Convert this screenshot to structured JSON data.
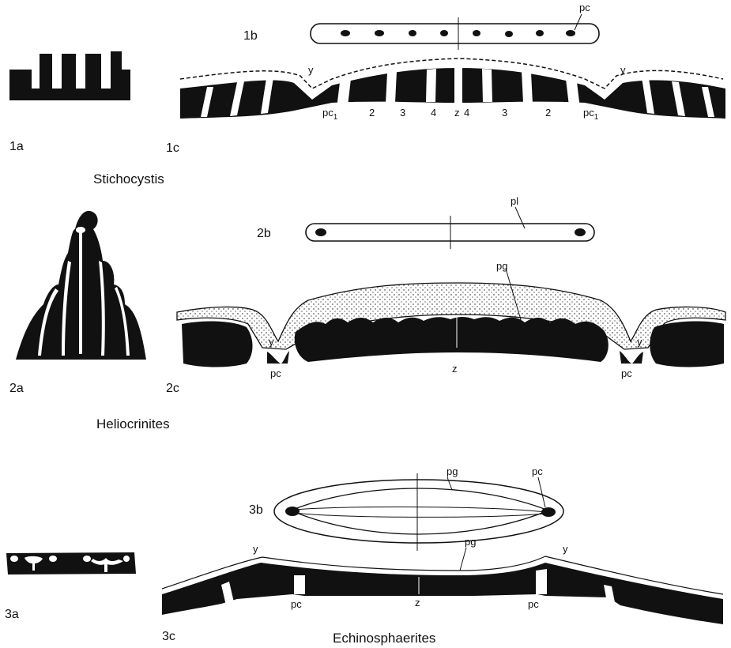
{
  "sections": [
    {
      "taxon": "Stichocystis",
      "panels": [
        "1a",
        "1b",
        "1c"
      ],
      "labels": {
        "pc_b": "pc",
        "y_left": "y",
        "y_right": "y",
        "pc1_left": "pc",
        "pc1_right": "pc",
        "sub1": "1",
        "n2_left": "2",
        "n3_left": "3",
        "n4_left": "4",
        "z": "z",
        "n4_right": "4",
        "n3_right": "3",
        "n2_right": "2"
      }
    },
    {
      "taxon": "Heliocrinites",
      "panels": [
        "2a",
        "2b",
        "2c"
      ],
      "labels": {
        "pl": "pl",
        "pg": "pg",
        "y_left": "y",
        "y_right": "y",
        "pc_left": "pc",
        "pc_right": "pc",
        "z": "z"
      }
    },
    {
      "taxon": "Echinosphaerites",
      "panels": [
        "3a",
        "3b",
        "3c"
      ],
      "labels": {
        "pg_b": "pg",
        "pc_b": "pc",
        "pg_c": "pg",
        "y_left": "y",
        "y_right": "y",
        "pc_left": "pc",
        "pc_right": "pc",
        "z": "z"
      }
    }
  ]
}
